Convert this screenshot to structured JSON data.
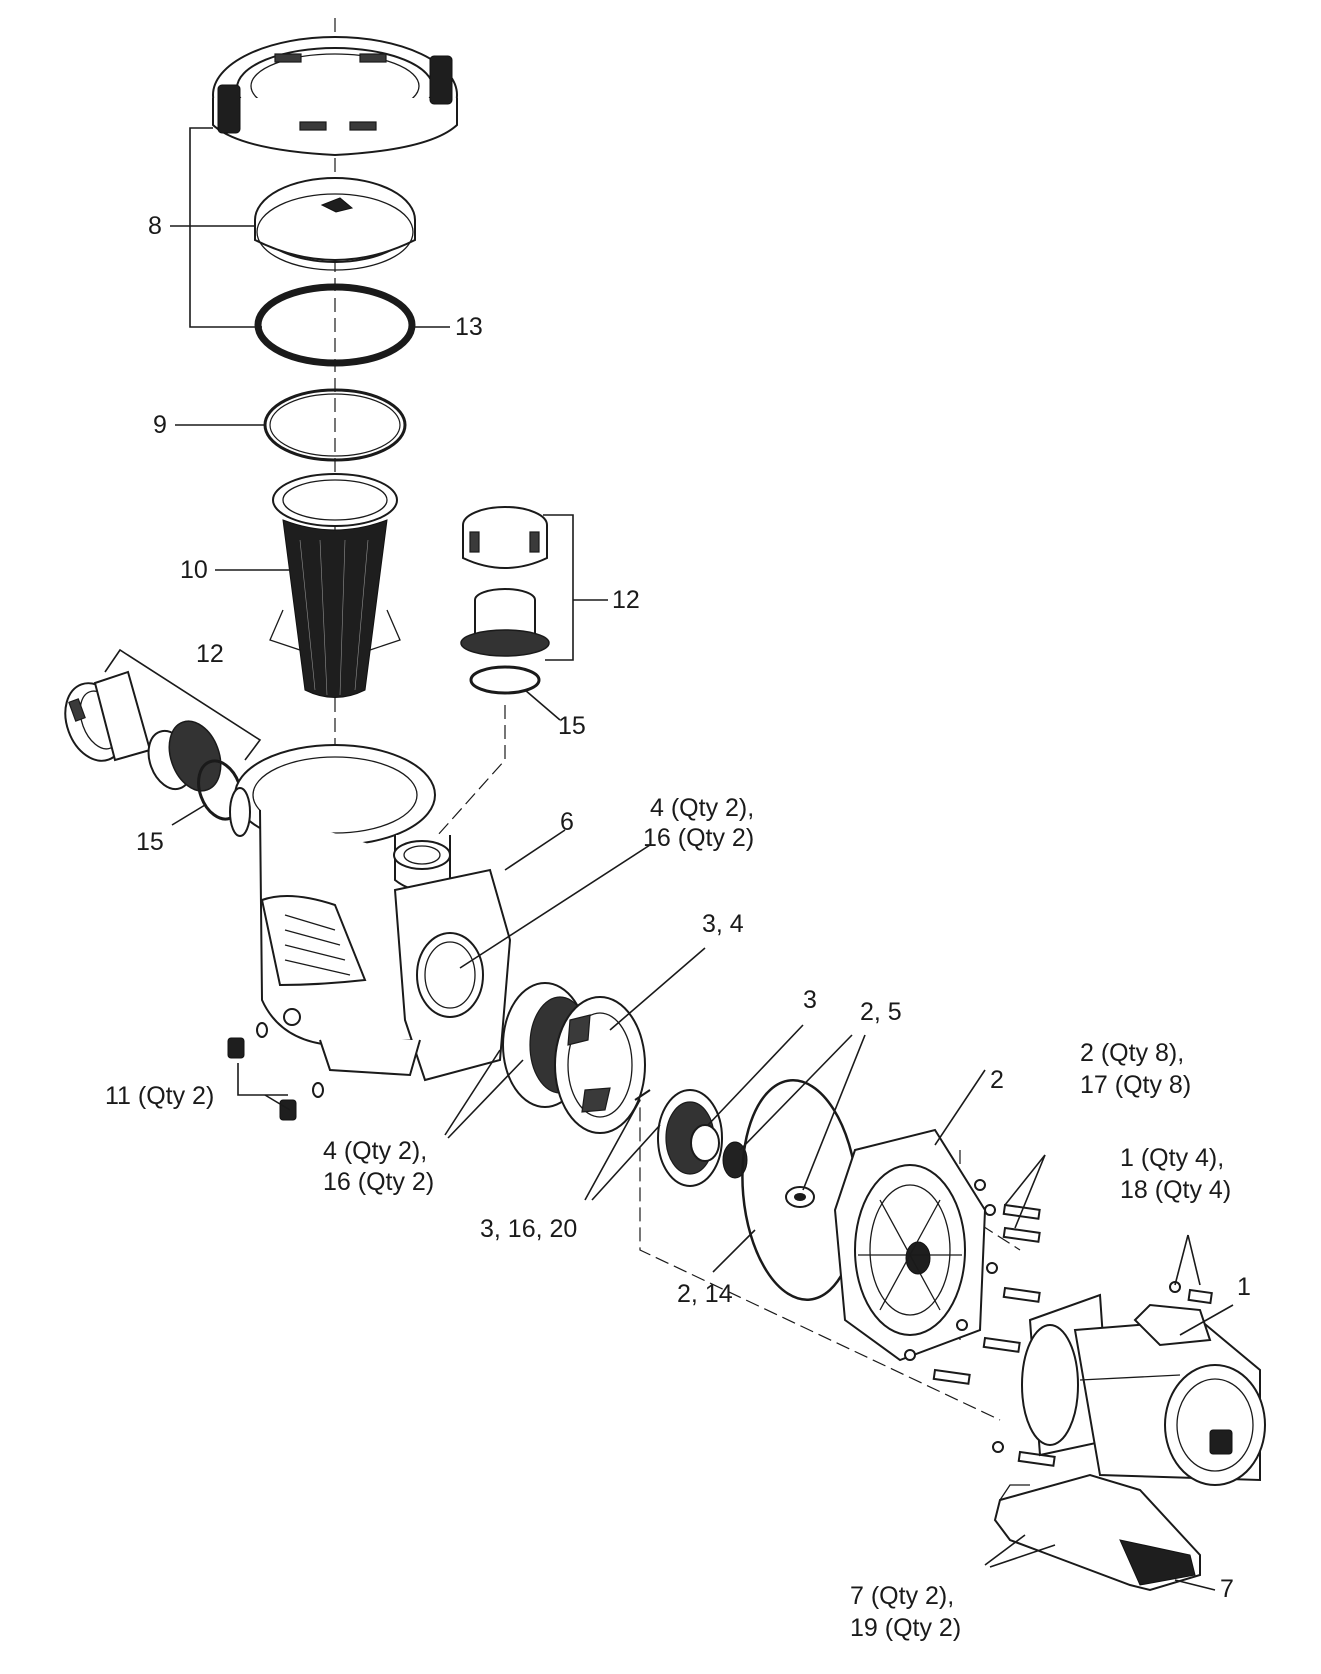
{
  "callouts": {
    "c8": "8",
    "c13": "13",
    "c9": "9",
    "c10": "10",
    "c12_right": "12",
    "c12_left": "12",
    "c15_right": "15",
    "c15_left": "15",
    "c6": "6",
    "c4_top_a": "4 (Qty 2),",
    "c4_top_b": "16 (Qty 2)",
    "c3_4": "3, 4",
    "c3": "3",
    "c2_5": "2, 5",
    "c2_top": "2",
    "c2_qty_a": "2 (Qty 8),",
    "c2_qty_b": "17 (Qty 8)",
    "c11": "11 (Qty 2)",
    "c4_bot_a": "4 (Qty 2),",
    "c4_bot_b": "16 (Qty 2)",
    "c3_16_20": "3, 16, 20",
    "c2_14": "2, 14",
    "c1_qty_a": "1 (Qty 4),",
    "c1_qty_b": "18 (Qty 4)",
    "c1": "1",
    "c7_qty_a": "7 (Qty 2),",
    "c7_qty_b": "19 (Qty 2)",
    "c7": "7"
  }
}
